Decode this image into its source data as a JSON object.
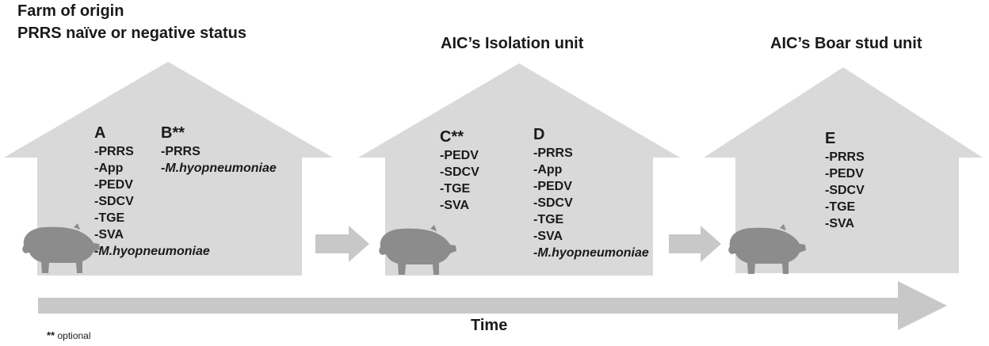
{
  "colors": {
    "house_fill": "#d9d9d9",
    "arrow_fill": "#c8c8c8",
    "pig_fill": "#8c8c8c",
    "text": "#1a1a1a"
  },
  "headings": {
    "farm_line1": "Farm of origin",
    "farm_line2": "PRRS naïve or negative status",
    "isolation": "AIC’s Isolation unit",
    "boar_stud": "AIC’s Boar stud unit"
  },
  "columns": {
    "A": {
      "letter": "A",
      "items": [
        "-PRRS",
        "-App",
        "-PEDV",
        "-SDCV",
        "-TGE",
        "-SVA",
        "-M.hyopneumoniae"
      ]
    },
    "B": {
      "letter": "B**",
      "items": [
        "-PRRS",
        "-M.hyopneumoniae"
      ]
    },
    "C": {
      "letter": "C**",
      "items": [
        "-PEDV",
        "-SDCV",
        "-TGE",
        "-SVA"
      ]
    },
    "D": {
      "letter": "D",
      "items": [
        "-PRRS",
        "-App",
        "-PEDV",
        "-SDCV",
        "-TGE",
        "-SVA",
        "-M.hyopneumoniae"
      ]
    },
    "E": {
      "letter": "E",
      "items": [
        "-PRRS",
        "-PEDV",
        "-SDCV",
        "-TGE",
        "-SVA"
      ]
    }
  },
  "time_label": "Time",
  "footnote": {
    "marker": "**",
    "text": "optional"
  },
  "icons": [
    "house-shape",
    "pig-silhouette-icon",
    "right-arrow-icon",
    "timeline-arrow"
  ]
}
